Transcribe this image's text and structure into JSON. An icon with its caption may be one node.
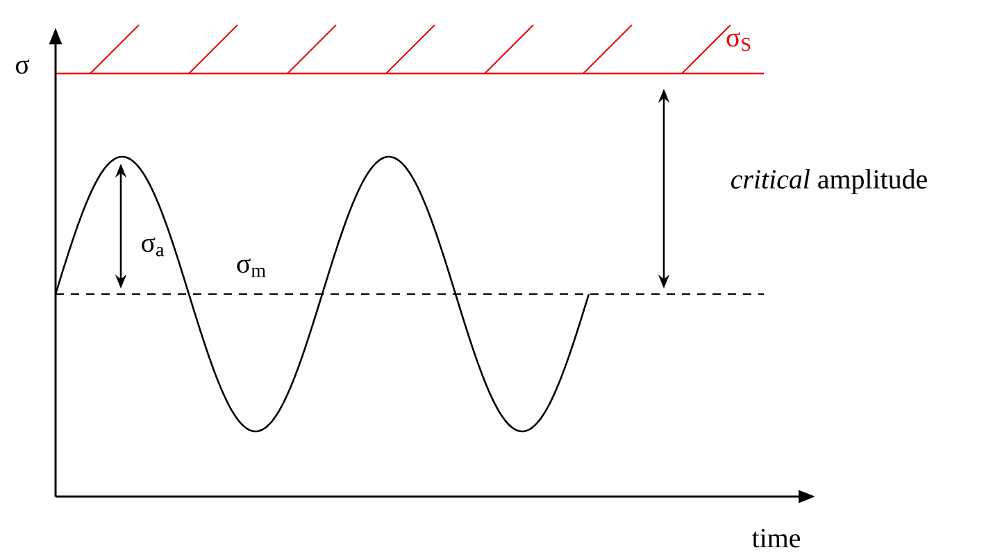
{
  "diagram": {
    "labels": [
      "σ",
      "σ$_{S}$",
      "*critical* amplitude",
      "σ$_{a}$",
      "σ$_{m}$",
      "time"
    ]
  }
}
